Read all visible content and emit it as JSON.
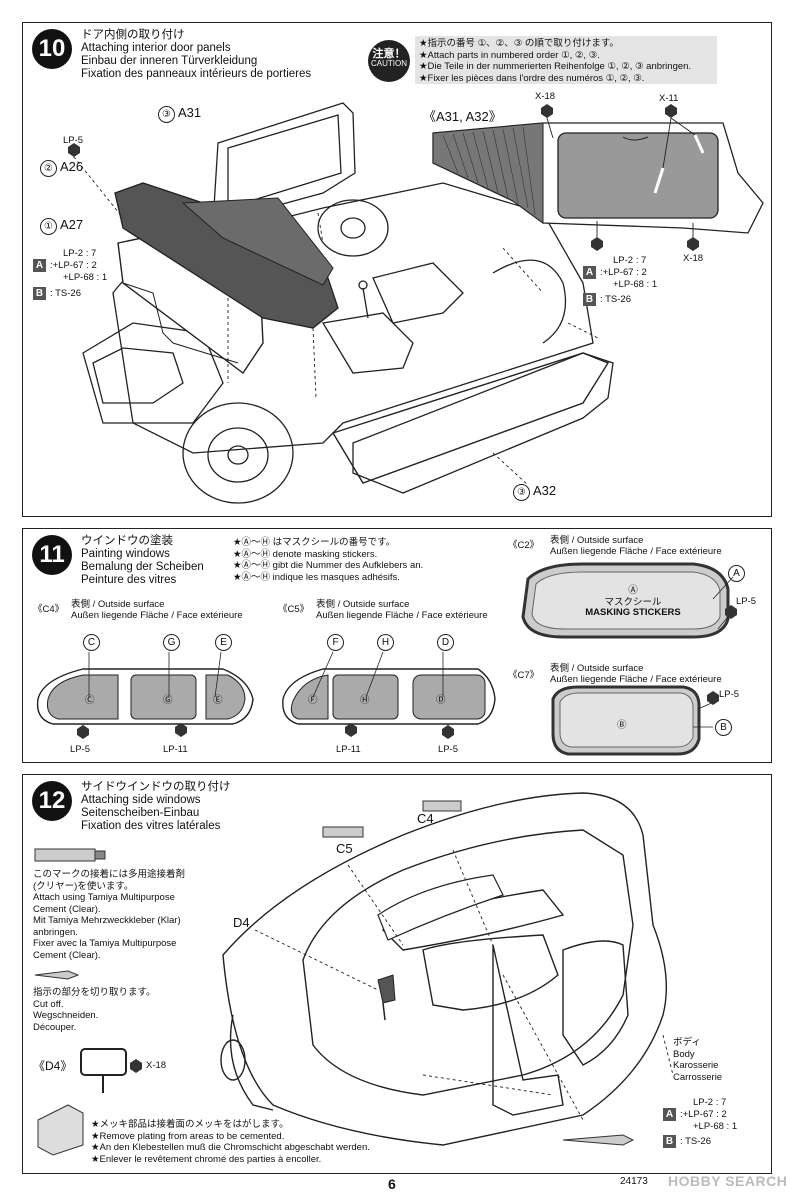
{
  "page": {
    "number": "6",
    "footer_code": "24173",
    "watermark": "HOBBY SEARCH"
  },
  "step10": {
    "number": "10",
    "title_ja": "ドア内側の取り付け",
    "title_en": "Attaching interior door panels",
    "title_de": "Einbau der inneren Türverkleidung",
    "title_fr": "Fixation des panneaux intérieurs de portieres",
    "caution_ja": "注意！",
    "caution_en": "CAUTION",
    "caution_lines": [
      "★指示の番号 ①、②、③ の順で取り付けます。",
      "★Attach parts in numbered order ①, ②, ③.",
      "★Die Teile in der nummerierten Reihenfolge ①, ②, ③ anbringen.",
      "★Fixer les pièces dans l'ordre des numéros ①, ②, ③."
    ],
    "n1": "①",
    "p1": "A27",
    "n2": "②",
    "p2": "A26",
    "n3": "③",
    "p3": "A31",
    "n3b": "③",
    "p3b": "A32",
    "lp5": "LP-5",
    "paint_a_label": "A",
    "paint_a_lines": [
      "LP-2 : 7",
      ":+LP-67 : 2",
      "+LP-68 : 1"
    ],
    "paint_b_label": "B",
    "paint_b_text": ": TS-26",
    "inset_title": "《A31, A32》",
    "x18": "X-18",
    "x11": "X-11",
    "x18b": "X-18",
    "inset_paint_a_label": "A",
    "inset_paint_a_lines": [
      "LP-2 : 7",
      ":+LP-67 : 2",
      "+LP-68 : 1"
    ],
    "inset_paint_b_label": "B",
    "inset_paint_b_text": ": TS-26"
  },
  "step11": {
    "number": "11",
    "title_ja": "ウインドウの塗装",
    "title_en": "Painting windows",
    "title_de": "Bemalung der Scheiben",
    "title_fr": "Peinture des vitres",
    "notes": [
      "★Ⓐ～Ⓗ はマスクシールの番号です。",
      "★Ⓐ～Ⓗ denote masking stickers.",
      "★Ⓐ～Ⓗ gibt die Nummer des Aufklebers an.",
      "★Ⓐ～Ⓗ indique les masques adhésifs."
    ],
    "c4_title": "《C4》",
    "c4_sub1": "表側 / Outside surface",
    "c4_sub2": "Außen liegende Fläche / Face extérieure",
    "c5_title": "《C5》",
    "c5_sub1": "表側 / Outside surface",
    "c5_sub2": "Außen liegende Fläche / Face extérieure",
    "c2_title": "《C2》",
    "c2_sub1": "表側 / Outside surface",
    "c2_sub2": "Außen liegende Fläche / Face extérieure",
    "c7_title": "《C7》",
    "c7_sub1": "表側 / Outside surface",
    "c7_sub2": "Außen liegende Fläche / Face extérieure",
    "mask_ja": "マスクシール",
    "mask_en": "MASKING STICKERS",
    "letters": {
      "a": "Ⓐ",
      "b": "Ⓑ",
      "c": "Ⓒ",
      "d": "Ⓓ",
      "e": "Ⓔ",
      "f": "Ⓕ",
      "g": "Ⓖ",
      "h": "Ⓗ"
    },
    "callouts": {
      "a": "A",
      "b": "B",
      "c": "C",
      "d": "D",
      "e": "E",
      "f": "F",
      "g": "G",
      "h": "H"
    },
    "lp5": "LP-5",
    "lp11": "LP-11"
  },
  "step12": {
    "number": "12",
    "title_ja": "サイドウインドウの取り付け",
    "title_en": "Attaching side windows",
    "title_de": "Seitenscheiben-Einbau",
    "title_fr": "Fixation des vitres latérales",
    "cement_lines": [
      "このマークの接着には多用途接着剤",
      "(クリヤー)を使います。",
      "Attach using Tamiya Multipurpose",
      "Cement (Clear).",
      "Mit Tamiya Mehrzweckkleber (Klar)",
      "anbringen.",
      "Fixer avec la Tamiya Multipurpose",
      "Cement (Clear)."
    ],
    "cut_lines": [
      "指示の部分を切り取ります。",
      "Cut off.",
      "Wegschneiden.",
      "Découper."
    ],
    "d4_title": "《D4》",
    "x18": "X-18",
    "plating_lines": [
      "★メッキ部品は接着面のメッキをはがします。",
      "★Remove plating from areas to be cemented.",
      "★An den Klebestellen muß die Chromschicht abgeschabt werden.",
      "★Enlever le revêtement chromé des parties à encoller."
    ],
    "c4": "C4",
    "c5": "C5",
    "d4": "D4",
    "body_lines": [
      "ボディ",
      "Body",
      "Karosserie",
      "Carrosserie"
    ],
    "paint_a_label": "A",
    "paint_a_lines": [
      "LP-2 : 7",
      ":+LP-67 : 2",
      "+LP-68 : 1"
    ],
    "paint_b_label": "B",
    "paint_b_text": ": TS-26"
  }
}
